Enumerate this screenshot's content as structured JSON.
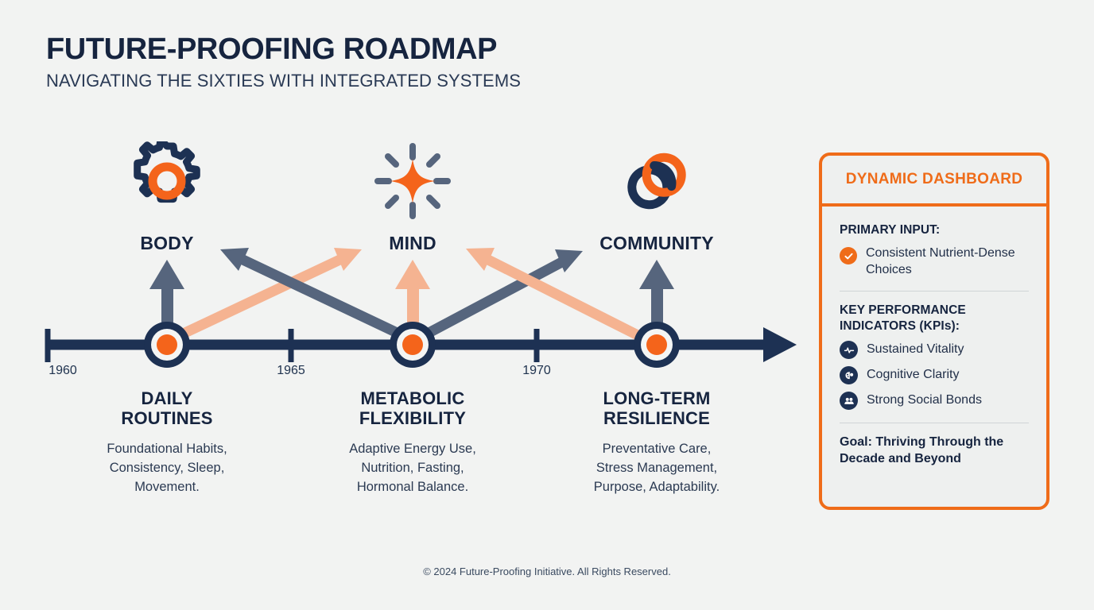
{
  "header": {
    "title": "FUTURE-PROOFING ROADMAP",
    "subtitle": "NAVIGATING THE SIXTIES WITH INTEGRATED SYSTEMS"
  },
  "colors": {
    "navy": "#1d3153",
    "orange": "#ef6c19",
    "slate": "#56657d",
    "peach": "#f5b391",
    "background": "#f2f3f2"
  },
  "timeline": {
    "years": [
      "1960",
      "1965",
      "1970"
    ],
    "pillars": [
      {
        "label": "BODY",
        "icon": "gear-icon"
      },
      {
        "label": "MIND",
        "icon": "spark-icon"
      },
      {
        "label": "COMMUNITY",
        "icon": "chain-link-icon"
      }
    ],
    "stages": [
      {
        "title": "DAILY\nROUTINES",
        "description": "Foundational Habits,\nConsistency, Sleep,\nMovement."
      },
      {
        "title": "METABOLIC\nFLEXIBILITY",
        "description": "Adaptive Energy Use,\nNutrition, Fasting,\nHormonal Balance."
      },
      {
        "title": "LONG-TERM\nRESILIENCE",
        "description": "Preventative Care,\nStress Management,\nPurpose, Adaptability."
      }
    ]
  },
  "dashboard": {
    "title": "DYNAMIC DASHBOARD",
    "primary_input_heading": "PRIMARY INPUT:",
    "primary_input_value": "Consistent Nutrient-Dense Choices",
    "kpi_heading": "KEY PERFORMANCE INDICATORS (KPIs):",
    "kpis": [
      {
        "label": "Sustained Vitality",
        "icon": "pulse-icon"
      },
      {
        "label": "Cognitive Clarity",
        "icon": "brain-icon"
      },
      {
        "label": "Strong Social Bonds",
        "icon": "people-icon"
      }
    ],
    "goal": "Goal: Thriving Through the Decade and Beyond"
  },
  "footer": {
    "copyright": "© 2024 Future-Proofing Initiative. All Rights Reserved."
  }
}
